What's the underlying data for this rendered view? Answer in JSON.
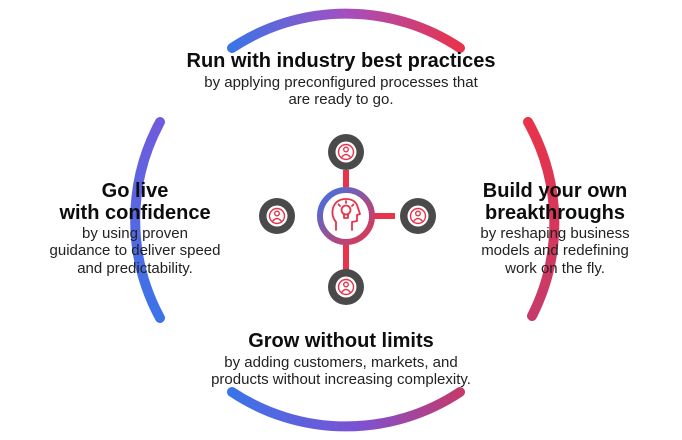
{
  "sections": {
    "top": {
      "heading": "Run with industry best practices",
      "line1": "by applying preconfigured processes that",
      "line2": "are ready to go."
    },
    "left": {
      "heading1": "Go live",
      "heading2": "with confidence",
      "line1": "by using proven",
      "line2": "guidance to deliver speed",
      "line3": "and predictability."
    },
    "right": {
      "heading1": "Build your own",
      "heading2": "breakthroughs",
      "line1": "by reshaping business",
      "line2": "models and redefining",
      "line3": "work on the fly."
    },
    "bottom": {
      "heading": "Grow without limits",
      "line1": "by adding customers, markets, and",
      "line2": "products without increasing complexity."
    }
  },
  "hub": {
    "center_icon": "idea-head-icon",
    "node_icon": "person-icon",
    "nodes": [
      "top",
      "left",
      "right",
      "bottom"
    ]
  },
  "colors": {
    "red": "#e8334a",
    "blue": "#3b73e8",
    "purple": "#8a4fd0",
    "node_gray": "#4a4a4a",
    "text": "#111111"
  }
}
